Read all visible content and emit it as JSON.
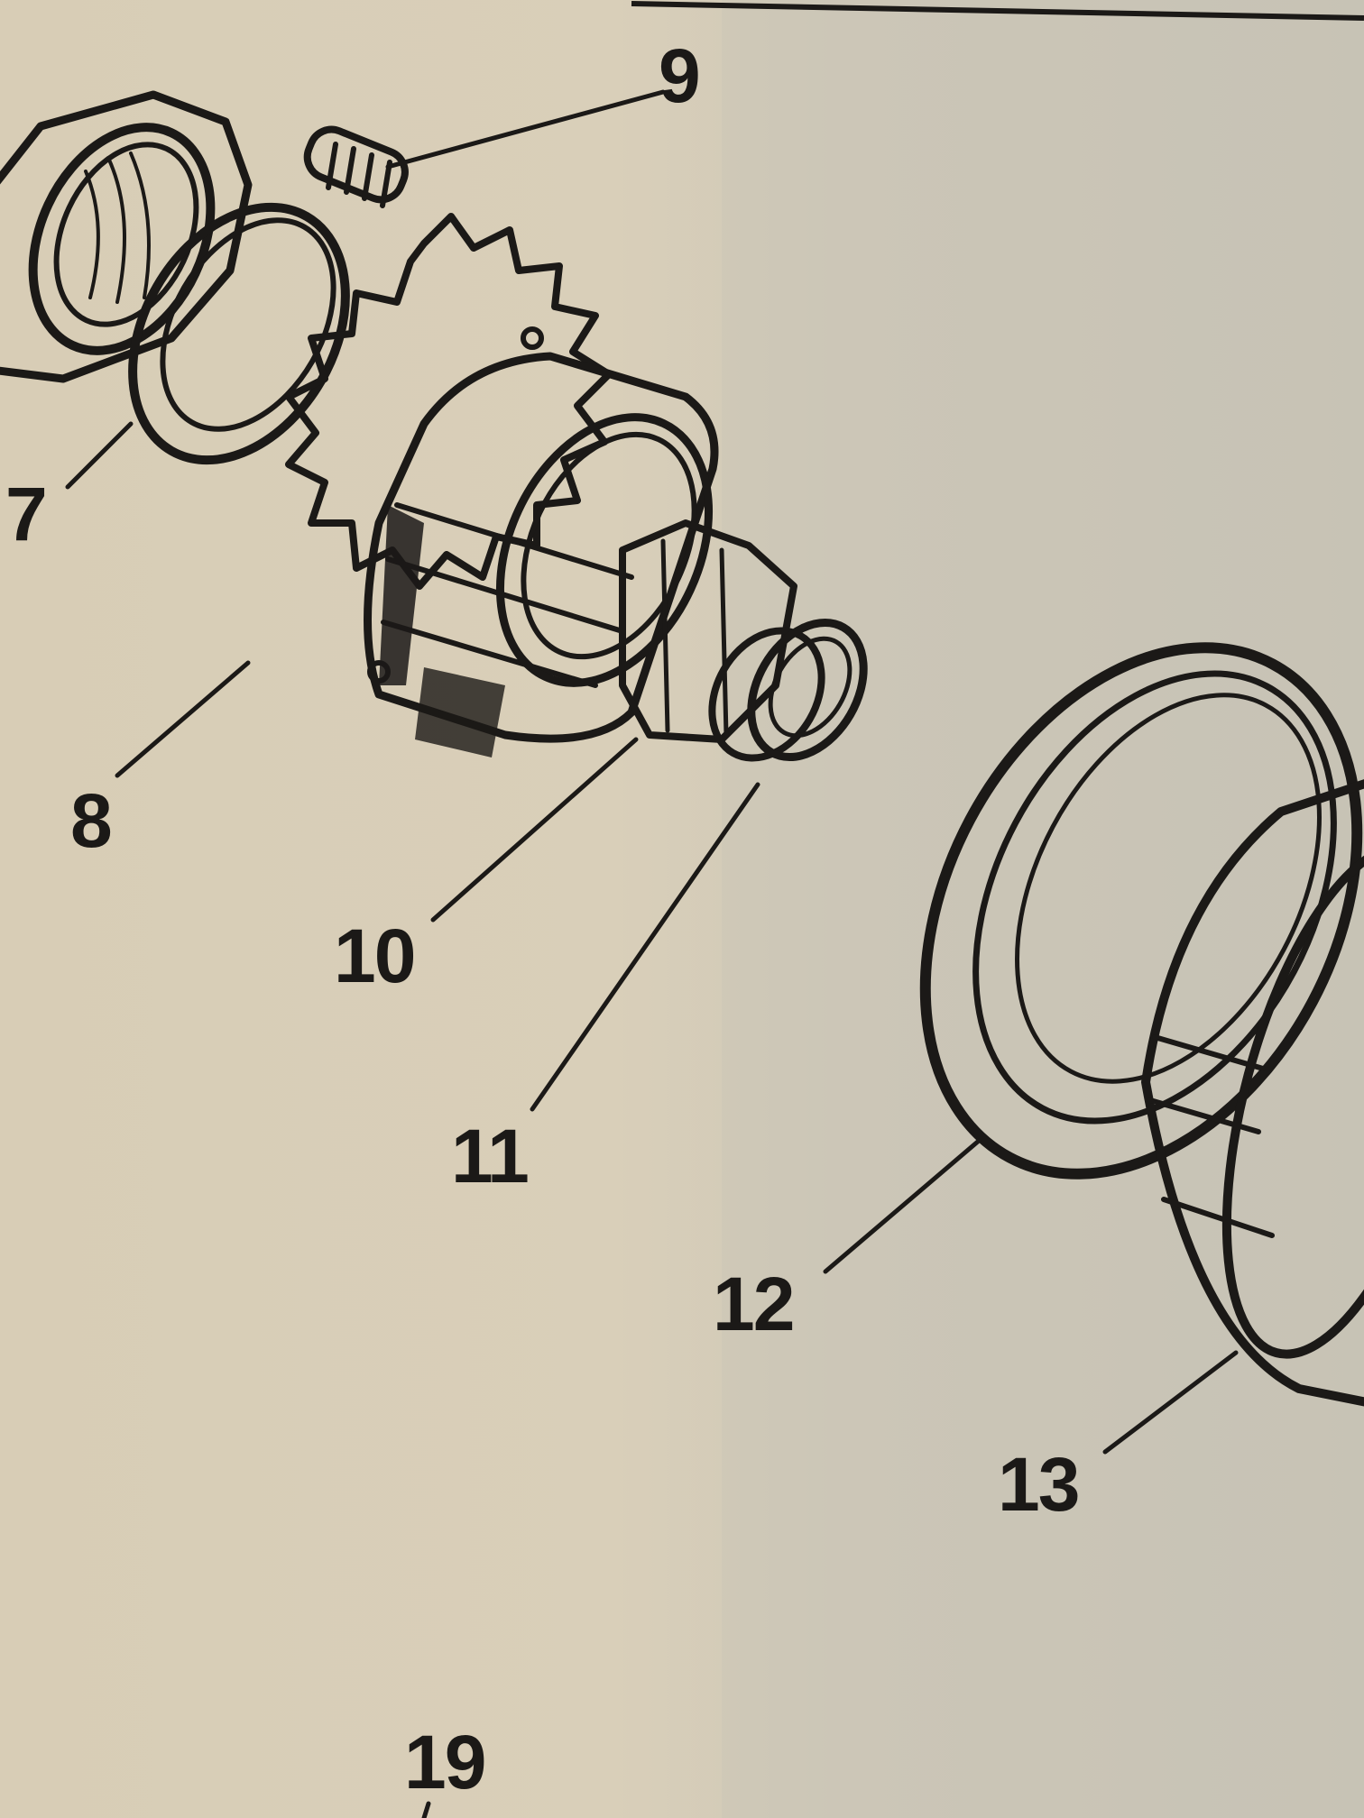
{
  "labels": {
    "part_7": "7",
    "part_8": "8",
    "part_9": "9",
    "part_10": "10",
    "part_11": "11",
    "part_12": "12",
    "part_13": "13",
    "part_19": "19"
  }
}
